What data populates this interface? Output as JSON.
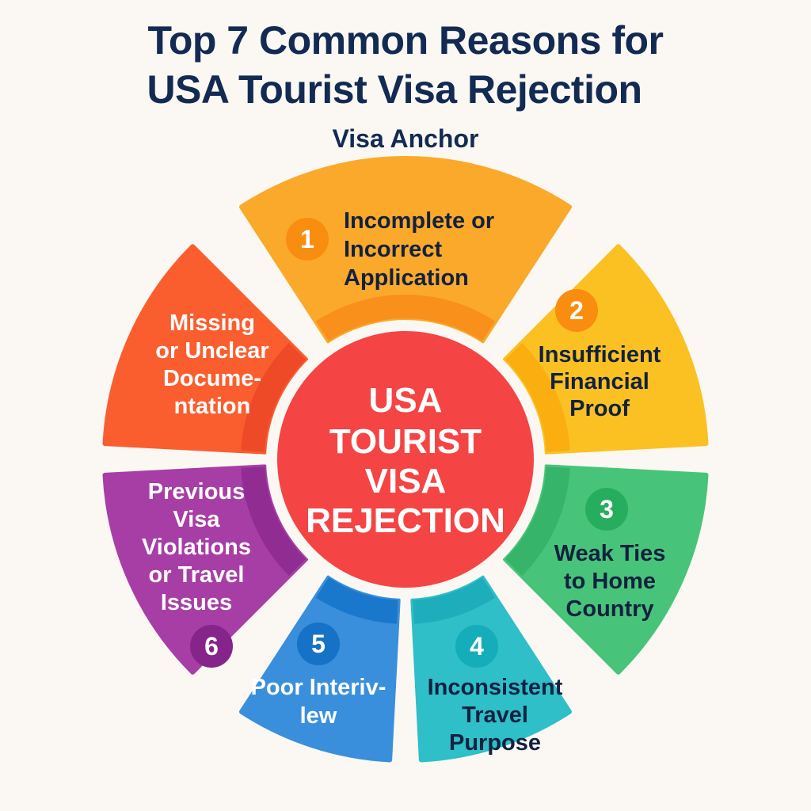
{
  "header": {
    "title_line1": "Top 7 Common Reasons for",
    "title_line2": "USA Tourist Visa Rejection",
    "subtitle": "Visa Anchor"
  },
  "center": {
    "lines": [
      "USA",
      "TOURIST",
      "VISA",
      "REJECTION"
    ],
    "color": "#f44444",
    "text_color": "#ffffff"
  },
  "colors": {
    "background": "#fbf8f3",
    "title": "#132a52",
    "dark_text": "#12213f"
  },
  "segments": [
    {
      "number": "1",
      "lines": [
        "Incomplete or",
        "Incorrect",
        "Application"
      ],
      "fill": "#fba92a",
      "inner": "#f9901b",
      "badge": "#f98d10",
      "text_color": "#12213f"
    },
    {
      "number": "2",
      "lines": [
        "Insufficient",
        "Financial",
        "Proof"
      ],
      "fill": "#fbc122",
      "inner": "#fbae10",
      "badge": "#f98d10",
      "text_color": "#12213f"
    },
    {
      "number": "3",
      "lines": [
        "Weak Ties",
        "to Home",
        "Country"
      ],
      "fill": "#48c47a",
      "inner": "#35b46a",
      "badge": "#27ad5e",
      "text_color": "#12213f"
    },
    {
      "number": "4",
      "lines": [
        "Inconsistent",
        "Travel",
        "Purpose"
      ],
      "fill": "#2ebfc8",
      "inner": "#1eaebb",
      "badge": "#14adb9",
      "text_color": "#12213f"
    },
    {
      "number": "5",
      "lines": [
        "Poor Interiv-",
        "lew"
      ],
      "fill": "#3a8fdc",
      "inner": "#1a78cc",
      "badge": "#1672c6",
      "text_color": "#ffffff"
    },
    {
      "number": "6",
      "lines": [
        "Previous",
        "Visa",
        "Violations",
        "or Travel",
        "Issues"
      ],
      "fill": "#a63ea6",
      "inner": "#902c92",
      "badge": "#85248a",
      "text_color": "#ffffff"
    },
    {
      "number": "",
      "lines": [
        "Missing",
        "or Unclear",
        "Docume-",
        "ntation"
      ],
      "fill": "#fa5d2e",
      "inner": "#ef4a27",
      "badge": "",
      "text_color": "#ffffff"
    }
  ]
}
